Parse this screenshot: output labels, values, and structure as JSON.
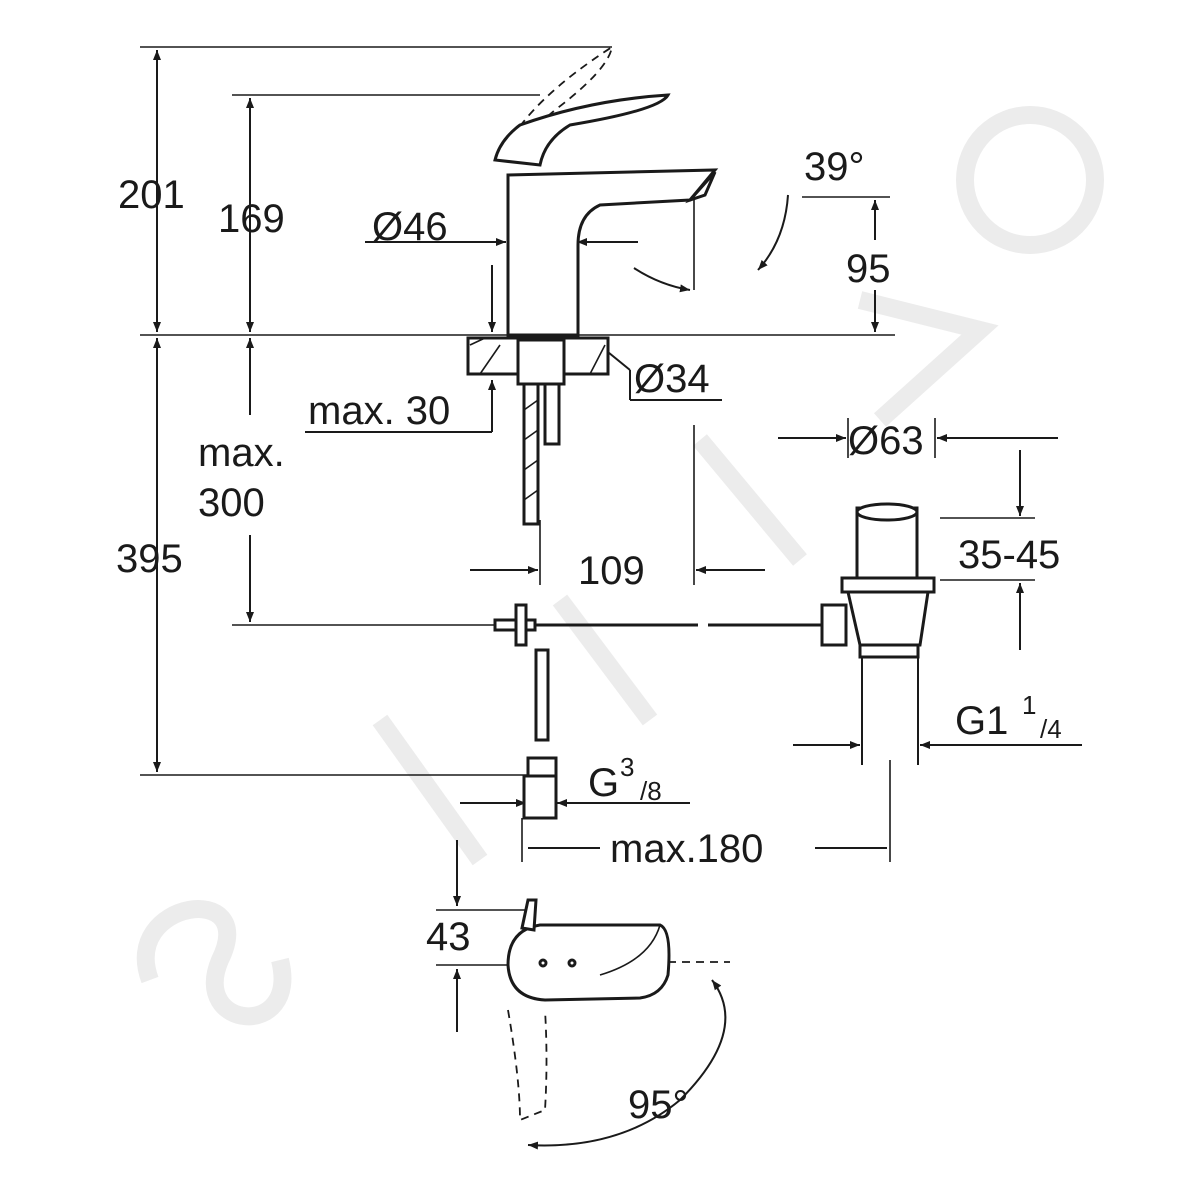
{
  "dimensions": {
    "height_total": "201",
    "height_handle": "169",
    "body_diameter": "Ø46",
    "spout_angle": "39°",
    "spout_height": "95",
    "hole_diameter": "Ø34",
    "max_thickness": "max. 30",
    "max_label": "max.",
    "max_value": "300",
    "total_depth": "395",
    "waste_diameter": "Ø63",
    "waste_range": "35-45",
    "spout_offset": "109",
    "waste_thread_main": "G1",
    "waste_thread_num": "1",
    "waste_thread_den": "/4",
    "supply_thread_main": "G",
    "supply_thread_num": "3",
    "supply_thread_den": "/8",
    "max_distance": "max.180",
    "handle_offset": "43",
    "handle_rotation": "95°"
  },
  "watermark": "SANTINO",
  "colors": {
    "line": "#1a1a1a",
    "watermark": "#ececec",
    "background": "#ffffff"
  }
}
